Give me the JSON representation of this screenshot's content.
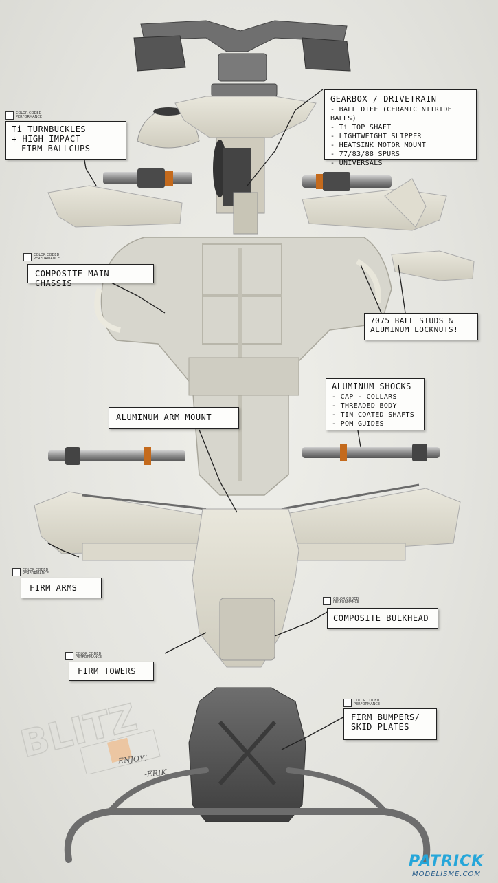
{
  "callouts": {
    "gearbox": {
      "title": "GEARBOX / DRIVETRAIN",
      "items": [
        "BALL DIFF (CERAMIC NITRIDE BALLS)",
        "Ti TOP SHAFT",
        "LIGHTWEIGHT SLIPPER",
        "HEATSINK MOTOR MOUNT",
        "77/83/88 SPURS",
        "UNIVERSALS"
      ]
    },
    "turnbuckles": {
      "lines": [
        "Ti TURNBUCKLES",
        "+ HIGH IMPACT",
        "FIRM BALLCUPS"
      ]
    },
    "chassis": {
      "title": "COMPOSITE MAIN CHASSIS"
    },
    "ballstuds": {
      "lines": [
        "7075 BALL STUDS &",
        "ALUMINUM LOCKNUTS!"
      ]
    },
    "shocks": {
      "title": "ALUMINUM SHOCKS",
      "items": [
        "CAP - COLLARS",
        "THREADED BODY",
        "TIN COATED SHAFTS",
        "POM GUIDES"
      ]
    },
    "armmount": {
      "title": "ALUMINUM ARM MOUNT"
    },
    "arms": {
      "title": "FIRM ARMS"
    },
    "bulkhead": {
      "title": "COMPOSITE BULKHEAD"
    },
    "towers": {
      "title": "FIRM TOWERS"
    },
    "bumpers": {
      "lines": [
        "FIRM BUMPERS/",
        "SKID PLATES"
      ]
    }
  },
  "badge": {
    "line1": "COLOR CODED",
    "line2": "PERFORMANCE"
  },
  "signature": {
    "line1": "ENJOY!",
    "line2": "-ERIK"
  },
  "sketch_logo": "BLITZ",
  "watermark": {
    "main": "PATRICK",
    "sub": "MODELISME.COM"
  }
}
